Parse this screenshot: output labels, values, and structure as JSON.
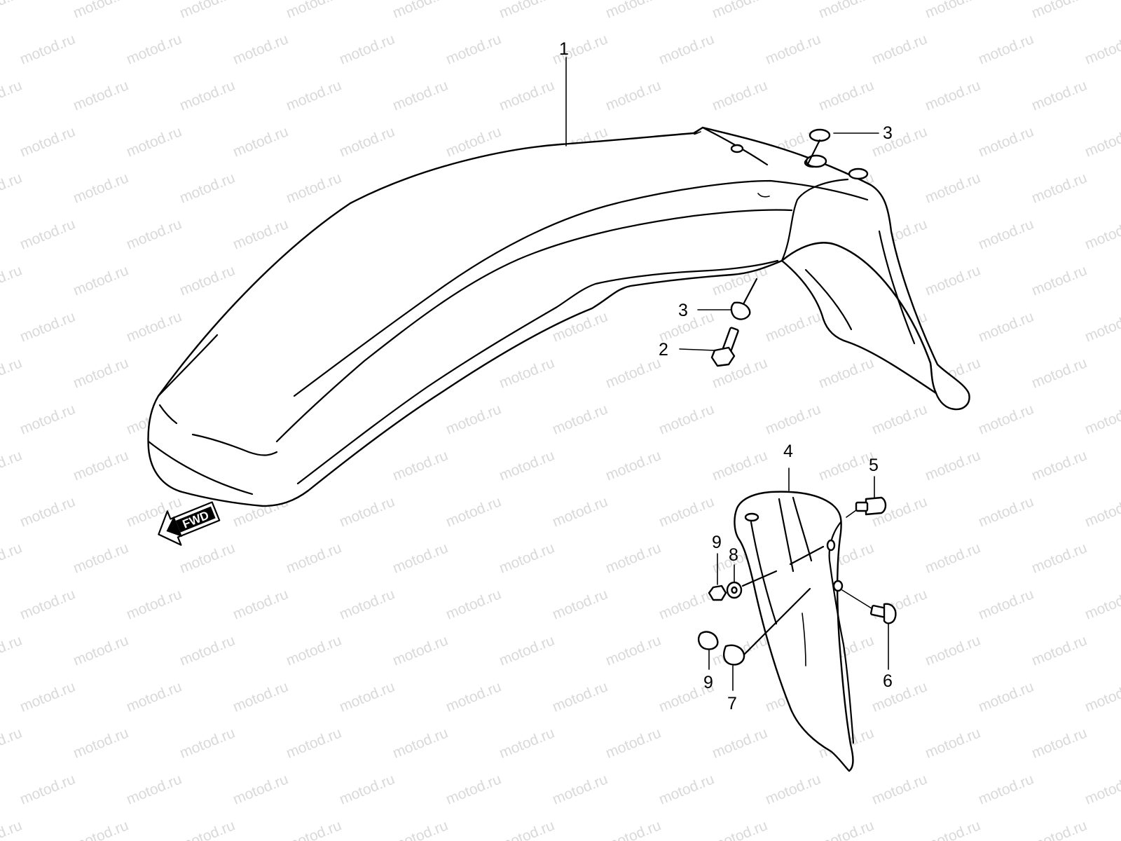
{
  "watermark": {
    "text": "motod.ru"
  },
  "callouts": [
    {
      "id": "1",
      "part": "front-fender"
    },
    {
      "id": "2",
      "part": "fender-bolt"
    },
    {
      "id": "3",
      "part": "fender-nut-top"
    },
    {
      "id": "3",
      "part": "fender-nut-side"
    },
    {
      "id": "4",
      "part": "mud-guard"
    },
    {
      "id": "5",
      "part": "mud-guard-screw-upper"
    },
    {
      "id": "6",
      "part": "mud-guard-screw-lower"
    },
    {
      "id": "7",
      "part": "cushion"
    },
    {
      "id": "8",
      "part": "washer"
    },
    {
      "id": "9",
      "part": "nut-upper"
    },
    {
      "id": "9",
      "part": "nut-lower"
    }
  ],
  "direction_badge": {
    "label": "FWD"
  },
  "colors": {
    "line": "#000000",
    "watermark": "#d9d9d9",
    "background": "#ffffff"
  }
}
